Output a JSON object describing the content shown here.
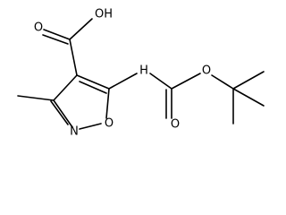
{
  "molecule": {
    "atoms": {
      "carbonyl_o": "O",
      "hydroxyl": "OH",
      "amide_h": "H",
      "ester_o": "O",
      "carbamate_o": "O",
      "ring_n": "N",
      "ring_o": "O"
    },
    "line_color": "#000000",
    "background": "#ffffff"
  }
}
